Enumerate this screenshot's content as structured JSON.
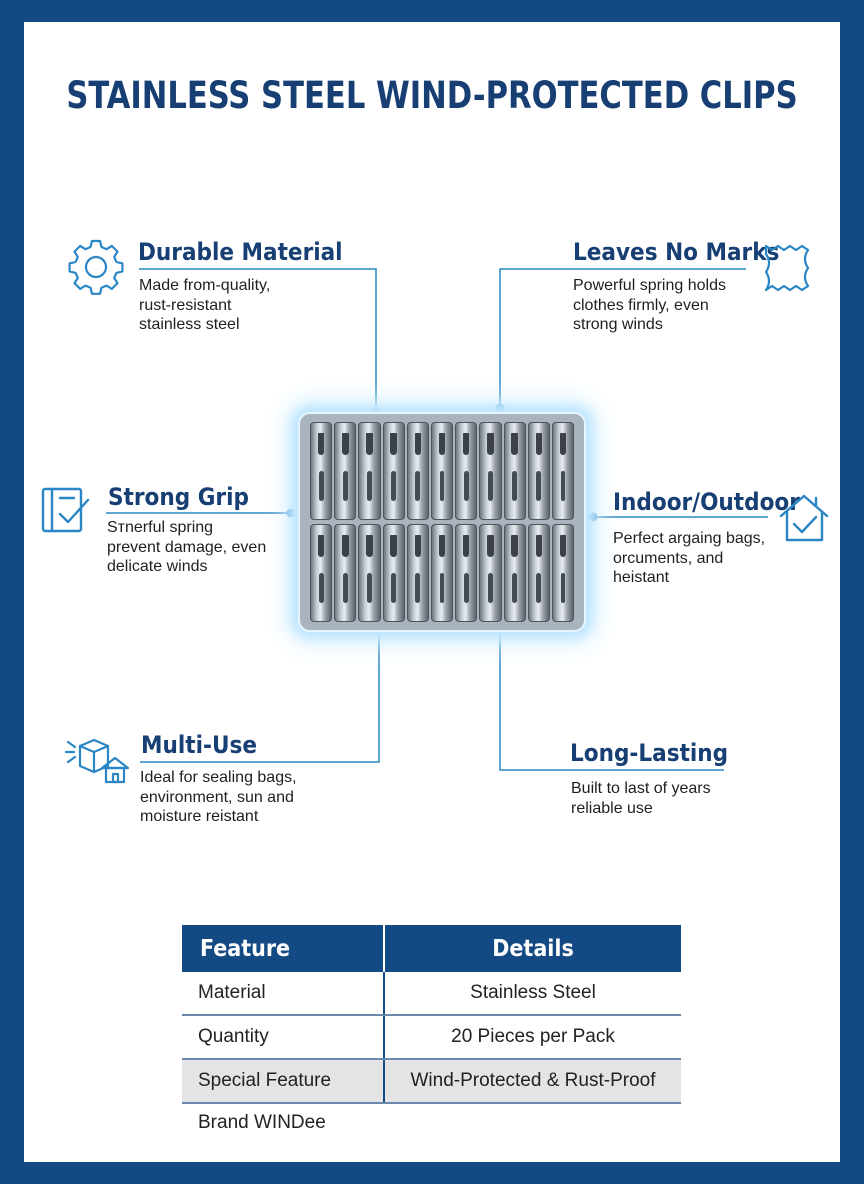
{
  "title": "STAINLESS STEEL WIND-PROTECTED CLIPS",
  "features": {
    "durable": {
      "heading": "Durable Material",
      "lines": [
        "Made from-quality,",
        "rust-resistant",
        "stainless steel"
      ]
    },
    "marks": {
      "heading": "Leaves No Marks",
      "lines": [
        "Powerful spring holds",
        "clothes firmly, even",
        "strong winds"
      ]
    },
    "grip": {
      "heading": "Strong Grip",
      "lines": [
        "Sтnerful spring",
        "prevent damage, even",
        "delicate winds"
      ]
    },
    "indoor": {
      "heading": "Indoor/Outdoor",
      "lines": [
        "Perfect argaing bags,",
        "orcuments, and",
        "heistant"
      ]
    },
    "multi": {
      "heading": "Multi-Use",
      "lines": [
        "Ideal for sealing bags,",
        "environment, sun and",
        "moisture reistant"
      ]
    },
    "lasting": {
      "heading": "Long-Lasting",
      "lines": [
        "Built to last of years",
        "reliable use"
      ]
    }
  },
  "table": {
    "headers": [
      "Feature",
      "Details"
    ],
    "rows": [
      [
        "Material",
        "Stainless Steel"
      ],
      [
        "Quantity",
        "20 Pieces per Pack"
      ],
      [
        "Special Feature",
        "Wind-Protected & Rust-Proof"
      ]
    ]
  },
  "brand": "Brand WINDee",
  "colors": {
    "navy": "#144a84",
    "heading": "#173f74",
    "accent": "#2a86c4"
  },
  "icons": [
    "gear-icon",
    "fabric-icon",
    "book-check-icon",
    "house-check-icon",
    "boxes-home-icon"
  ]
}
